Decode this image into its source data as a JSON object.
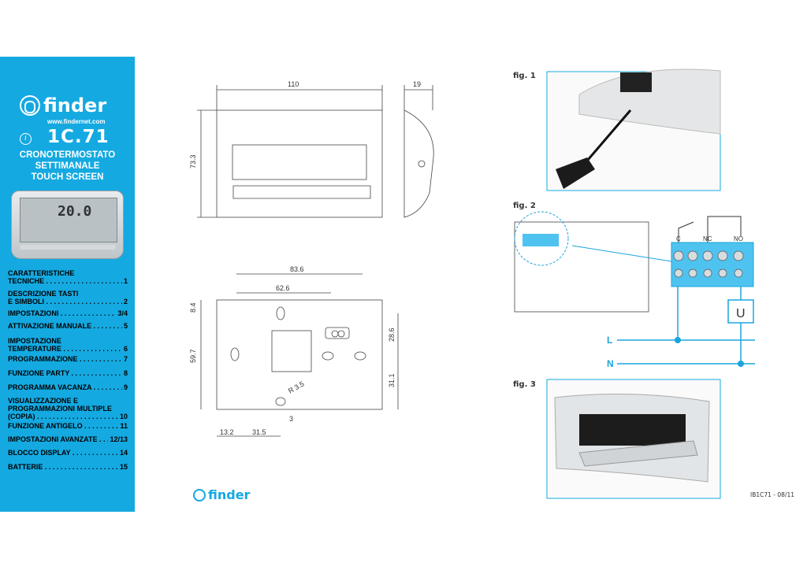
{
  "sidebar": {
    "brand": "finder",
    "website": "www.findernet.com",
    "info_symbol": "i",
    "model": "1C.71",
    "product_title": [
      "CRONOTERMOSTATO",
      "SETTIMANALE",
      "TOUCH SCREEN"
    ],
    "device_display": "20.0",
    "toc": [
      {
        "lines": [
          "CARATTERISTICHE",
          "TECNICHE"
        ],
        "page": "1"
      },
      {
        "lines": [
          "DESCRIZIONE TASTI",
          "E SIMBOLI"
        ],
        "page": "2"
      },
      {
        "lines": [
          "IMPOSTAZIONI"
        ],
        "page": "3/4"
      },
      {
        "lines": [
          "ATTIVAZIONE MANUALE"
        ],
        "page": "5"
      },
      {
        "lines": [
          "IMPOSTAZIONE",
          "TEMPERATURE"
        ],
        "page": "6"
      },
      {
        "lines": [
          "PROGRAMMAZIONE"
        ],
        "page": "7"
      },
      {
        "lines": [
          "FUNZIONE PARTY"
        ],
        "page": "8"
      },
      {
        "lines": [
          "PROGRAMMA VACANZA"
        ],
        "page": "9"
      },
      {
        "lines": [
          "VISUALIZZAZIONE E",
          "PROGRAMMAZIONI MULTIPLE",
          "(COPIA)"
        ],
        "page": "10"
      },
      {
        "lines": [
          "FUNZIONE ANTIGELO"
        ],
        "page": "11"
      },
      {
        "lines": [
          "IMPOSTAZIONI AVANZATE . ."
        ],
        "page": "12/13"
      },
      {
        "lines": [
          "BLOCCO DISPLAY"
        ],
        "page": "14"
      },
      {
        "lines": [
          "BATTERIE"
        ],
        "page": "15"
      }
    ]
  },
  "drawing_front": {
    "width": "110",
    "depth": "19",
    "height": "73.3"
  },
  "drawing_back": {
    "dim_83_6": "83.6",
    "dim_62_6": "62.6",
    "dim_8_4": "8.4",
    "dim_59_7": "59.7",
    "dim_28_6": "28.6",
    "dim_31_1": "31.1",
    "dim_r3_5": "R 3.5",
    "dim_3": "3",
    "dim_13_2": "13.2",
    "dim_31_5": "31.5"
  },
  "figures": {
    "fig1": "fig. 1",
    "fig2": "fig. 2",
    "fig3": "fig. 3",
    "terminals": {
      "c": "C",
      "nc": "NC",
      "no": "NO"
    },
    "load": "U",
    "line_l": "L",
    "line_n": "N"
  },
  "footer": {
    "brand": "finder",
    "doc_code": "IB1C71 - 08/11"
  },
  "colors": {
    "brand_blue": "#14a9e1",
    "wiring_blue": "#1aa5dd"
  }
}
